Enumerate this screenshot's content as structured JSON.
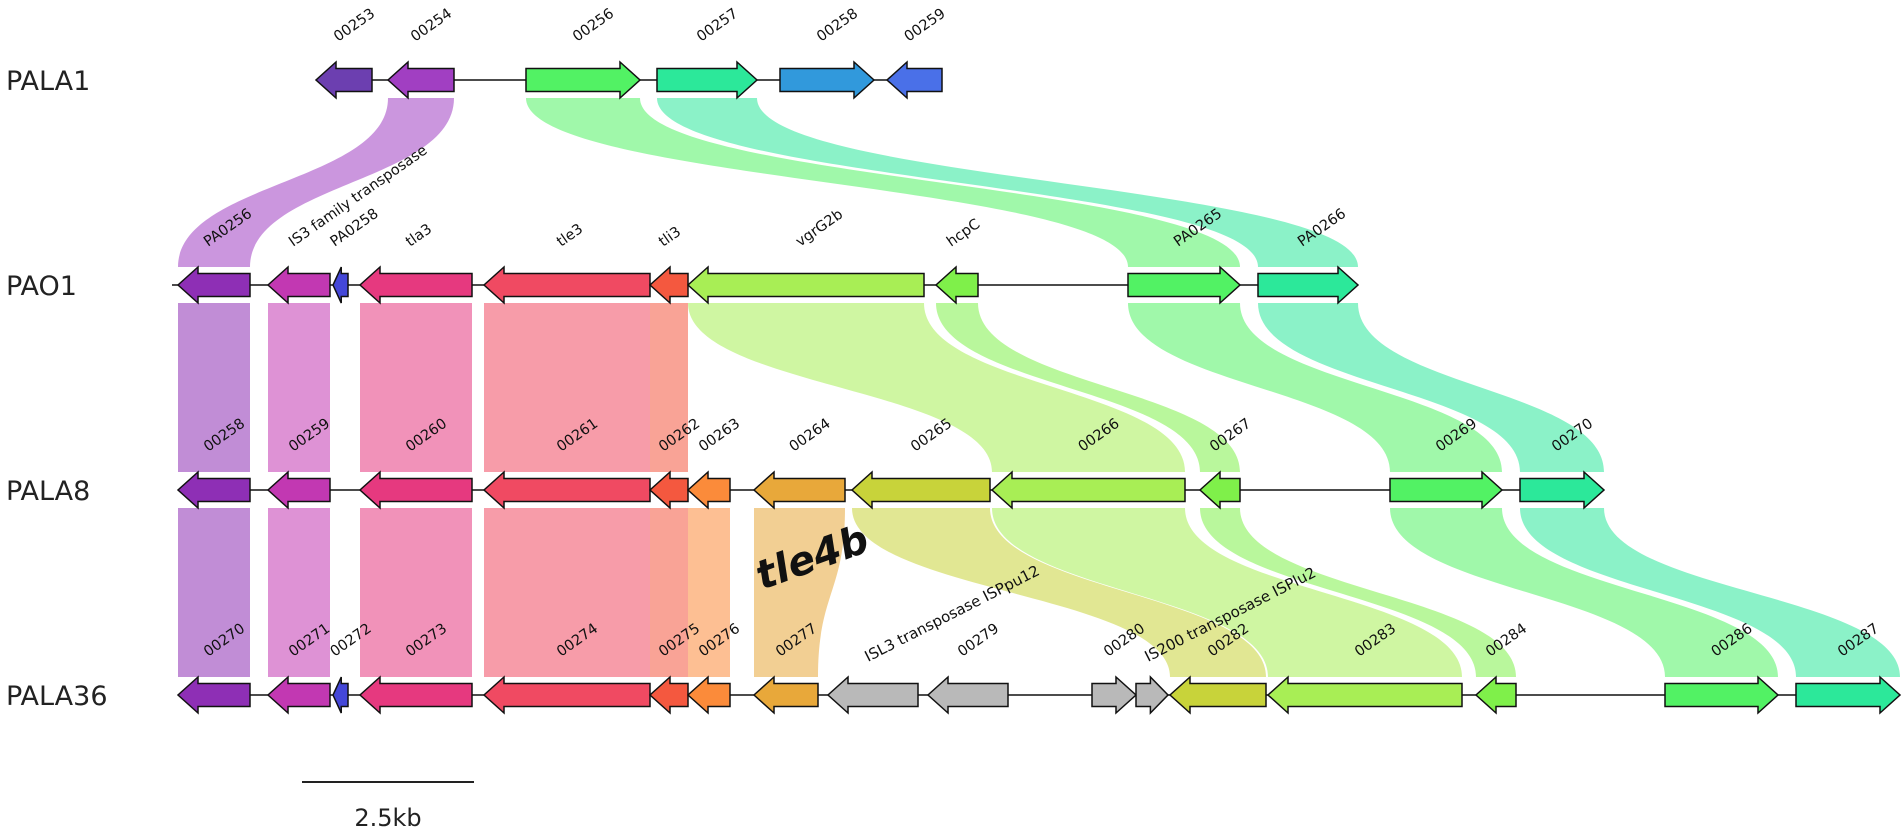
{
  "tracks": [
    {
      "name": "PALA1",
      "genes": [
        {
          "label": "00253",
          "color": "#6c3fb0",
          "dir": "L"
        },
        {
          "label": "00254",
          "color": "#a13fc2",
          "dir": "L"
        },
        {
          "label": "00256",
          "color": "#52f264",
          "dir": "R"
        },
        {
          "label": "00257",
          "color": "#2ce89a",
          "dir": "R"
        },
        {
          "label": "00258",
          "color": "#3199dc",
          "dir": "R"
        },
        {
          "label": "00259",
          "color": "#4a70e8",
          "dir": "L"
        }
      ]
    },
    {
      "name": "PAO1",
      "genes": [
        {
          "label": "PA0256",
          "color": "#8e2fb5",
          "dir": "L"
        },
        {
          "label": "IS3 family transposase",
          "color": "#c238b2",
          "dir": "L"
        },
        {
          "label": "PA0258",
          "color": "#4447d8",
          "dir": "L"
        },
        {
          "label": "tla3",
          "color": "#e6397f",
          "dir": "L"
        },
        {
          "label": "tle3",
          "color": "#f04a62",
          "dir": "L"
        },
        {
          "label": "tli3",
          "color": "#f4583f",
          "dir": "L"
        },
        {
          "label": "vgrG2b",
          "color": "#a8ee55",
          "dir": "L"
        },
        {
          "label": "hcpC",
          "color": "#7ff04a",
          "dir": "L"
        },
        {
          "label": "PA0265",
          "color": "#52f264",
          "dir": "R"
        },
        {
          "label": "PA0266",
          "color": "#2ce89a",
          "dir": "R"
        }
      ]
    },
    {
      "name": "PALA8",
      "genes": [
        {
          "label": "00258",
          "color": "#8e2fb5",
          "dir": "L"
        },
        {
          "label": "00259",
          "color": "#c238b2",
          "dir": "L"
        },
        {
          "label": "00260",
          "color": "#e6397f",
          "dir": "L"
        },
        {
          "label": "00261",
          "color": "#f04a62",
          "dir": "L"
        },
        {
          "label": "00262",
          "color": "#f4583f",
          "dir": "L"
        },
        {
          "label": "00263",
          "color": "#fb8b3a",
          "dir": "L"
        },
        {
          "label": "00264",
          "color": "#e8a83a",
          "dir": "L"
        },
        {
          "label": "00265",
          "color": "#c8d33a",
          "dir": "L"
        },
        {
          "label": "00266",
          "color": "#a8ee55",
          "dir": "L"
        },
        {
          "label": "00267",
          "color": "#7ff04a",
          "dir": "L"
        },
        {
          "label": "00269",
          "color": "#52f264",
          "dir": "R"
        },
        {
          "label": "00270",
          "color": "#2ce89a",
          "dir": "R"
        }
      ]
    },
    {
      "name": "PALA36",
      "genes": [
        {
          "label": "00270",
          "color": "#8e2fb5",
          "dir": "L"
        },
        {
          "label": "00271",
          "color": "#c238b2",
          "dir": "L"
        },
        {
          "label": "00272",
          "color": "#4447d8",
          "dir": "L"
        },
        {
          "label": "00273",
          "color": "#e6397f",
          "dir": "L"
        },
        {
          "label": "00274",
          "color": "#f04a62",
          "dir": "L"
        },
        {
          "label": "00275",
          "color": "#f4583f",
          "dir": "L"
        },
        {
          "label": "00276",
          "color": "#fb8b3a",
          "dir": "L"
        },
        {
          "label": "00277",
          "color": "#e8a83a",
          "dir": "L"
        },
        {
          "label": "",
          "color": "#b9b9b9",
          "dir": "L"
        },
        {
          "label": "00279",
          "color": "#b9b9b9",
          "dir": "L"
        },
        {
          "label": "00280",
          "color": "#b9b9b9",
          "dir": "R"
        },
        {
          "label": "",
          "color": "#b9b9b9",
          "dir": "R"
        },
        {
          "label": "00282",
          "color": "#c8d33a",
          "dir": "L"
        },
        {
          "label": "00283",
          "color": "#a8ee55",
          "dir": "L"
        },
        {
          "label": "00284",
          "color": "#7ff04a",
          "dir": "L"
        },
        {
          "label": "00286",
          "color": "#52f264",
          "dir": "R"
        },
        {
          "label": "00287",
          "color": "#2ce89a",
          "dir": "R"
        }
      ]
    }
  ],
  "annotations": {
    "isl3": "ISL3 transposase ISPpu12",
    "is200": "IS200 transposase ISPlu2",
    "callout": "tle4b"
  },
  "scale_bar": {
    "label": "2.5kb"
  }
}
